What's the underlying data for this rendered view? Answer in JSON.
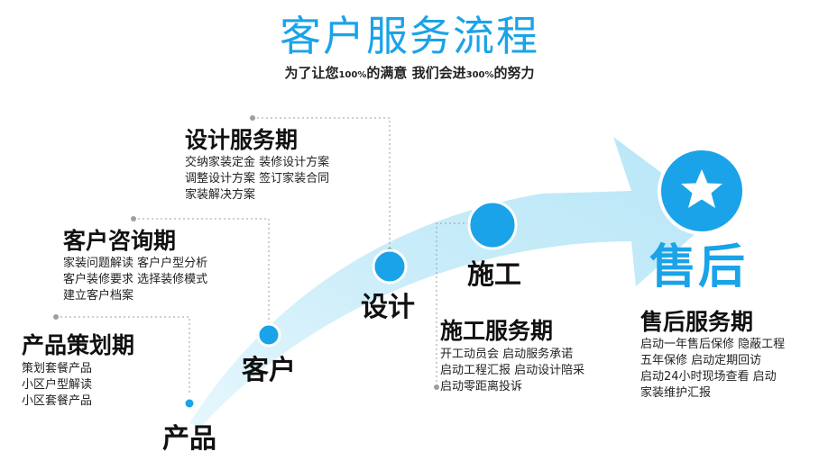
{
  "header": {
    "title": "客户服务流程",
    "subtitle_parts": [
      {
        "text": "为了让您",
        "small": false
      },
      {
        "text": "100%",
        "small": true
      },
      {
        "text": "的满意 我们会进",
        "small": false
      },
      {
        "text": "300%",
        "small": true
      },
      {
        "text": "的努力",
        "small": false
      }
    ]
  },
  "colors": {
    "accent": "#1aa3e8",
    "arrow": "#cdeefa",
    "dash": "#9e9e9e"
  },
  "stages": {
    "product": {
      "title": "产品策划期",
      "lines": [
        "策划套餐产品",
        "小区户型解读",
        "小区套餐产品"
      ],
      "node_label": "产品"
    },
    "customer": {
      "title": "客户咨询期",
      "lines": [
        "家装问题解读 客户户型分析",
        "客户装修要求 选择装修模式",
        "建立客户档案"
      ],
      "node_label": "客户"
    },
    "design": {
      "title": "设计服务期",
      "lines": [
        "交纳家装定金 装修设计方案",
        "调整设计方案 签订家装合同",
        "家装解决方案"
      ],
      "node_label": "设计"
    },
    "construction": {
      "title": "施工服务期",
      "lines": [
        "开工动员会 启动服务承诺",
        "启动工程汇报 启动设计陪采",
        "启动零距离投诉"
      ],
      "node_label": "施工"
    },
    "aftersale": {
      "title": "售后服务期",
      "lines": [
        "启动一年售后保修 隐蔽工程",
        "五年保修 启动定期回访",
        "启动24小时现场查看   启动",
        "家装维护汇报"
      ],
      "node_label": "售后",
      "icon": "star-icon"
    }
  }
}
